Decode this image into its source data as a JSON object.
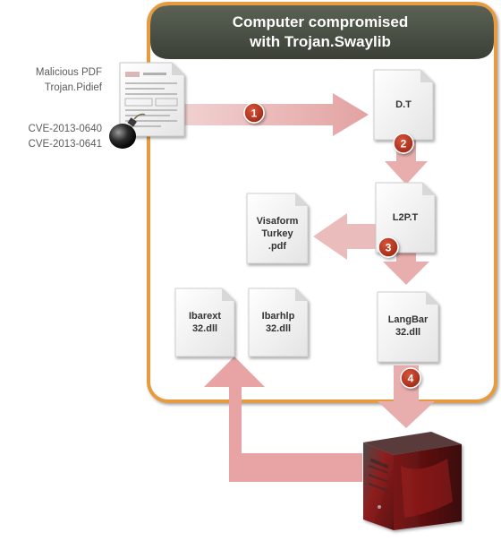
{
  "title": {
    "line1": "Computer compromised",
    "line2": "with Trojan.Swaylib"
  },
  "source": {
    "pdf_name": "Malicious PDF",
    "detection": "Trojan.Pidief",
    "cve1": "CVE-2013-0640",
    "cve2": "CVE-2013-0641"
  },
  "files": {
    "dt": "D.T",
    "l2pt": "L2P.T",
    "visaform_l1": "Visaform",
    "visaform_l2": "Turkey",
    "visaform_l3": ".pdf",
    "langbar_l1": "LangBar",
    "langbar_l2": "32.dll",
    "ibarext_l1": "Ibarext",
    "ibarext_l2": "32.dll",
    "ibarhlp_l1": "Ibarhlp",
    "ibarhlp_l2": "32.dll"
  },
  "steps": [
    "1",
    "2",
    "3",
    "4"
  ],
  "colors": {
    "frame": "#e79b3f",
    "title_bg": "#4a5044",
    "arrow": "#e8aeae",
    "badge": "#b8321e",
    "server": "#8f1c1c"
  },
  "icons": {
    "pdf": "document-icon",
    "bomb": "bomb-icon",
    "server": "server-icon"
  }
}
